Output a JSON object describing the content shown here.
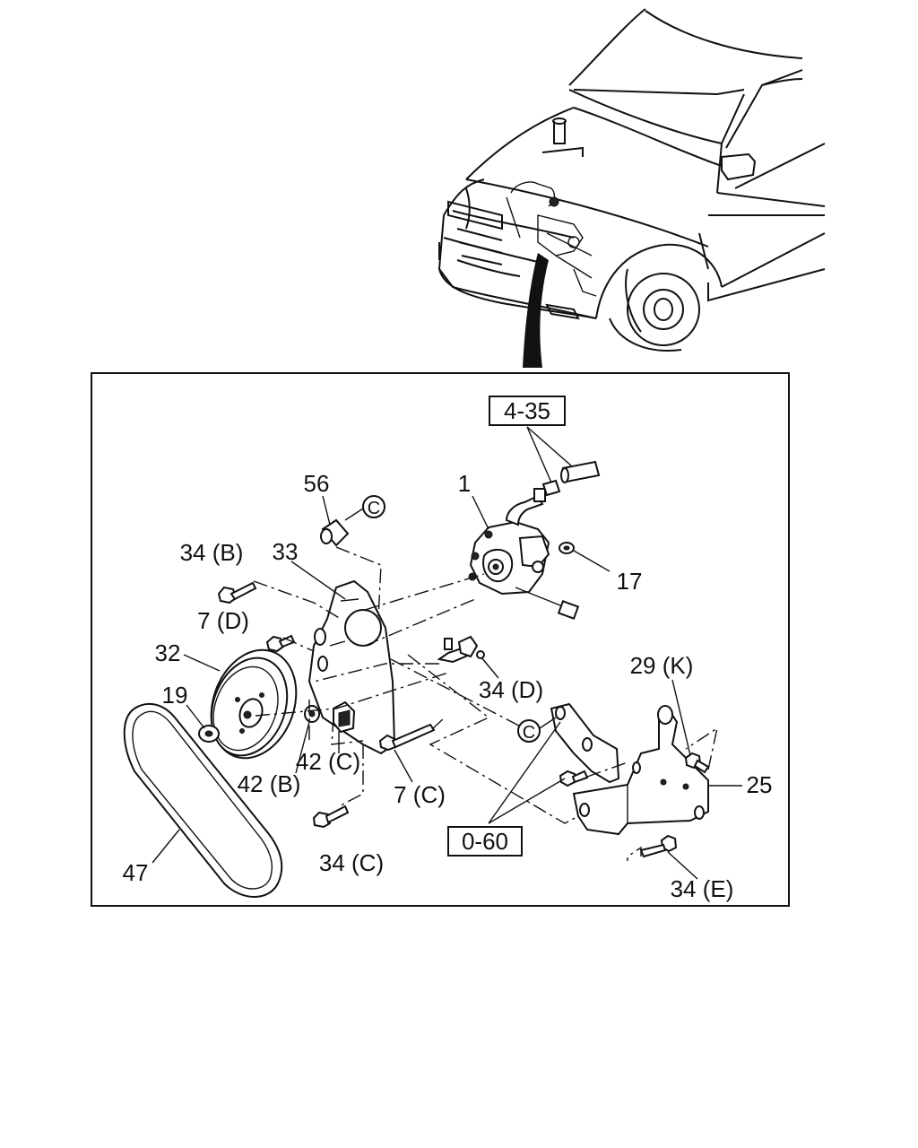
{
  "callouts": {
    "c1": "1",
    "c17": "17",
    "c56": "56",
    "c33": "33",
    "c34b": "34 (B)",
    "c7d": "7 (D)",
    "c32": "32",
    "c19": "19",
    "c42b": "42 (B)",
    "c42c": "42 (C)",
    "c7c": "7 (C)",
    "c34c": "34 (C)",
    "c34d": "34 (D)",
    "c29k": "29 (K)",
    "c25": "25",
    "c34e": "34 (E)",
    "c47": "47"
  },
  "references": {
    "ref435": "4-35",
    "ref060": "0-60"
  },
  "connector_letter": "C",
  "icons": [
    "vehicle-illustration",
    "power-steering-pump",
    "pulley",
    "drive-belt",
    "bracket",
    "bolt"
  ]
}
